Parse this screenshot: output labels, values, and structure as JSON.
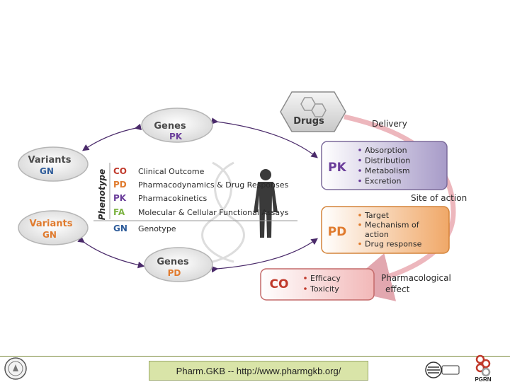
{
  "genes_pk": {
    "title": "Genes",
    "sub": "PK"
  },
  "genes_pd": {
    "title": "Genes",
    "sub": "PD"
  },
  "variants_gn_top": {
    "title": "Variants",
    "sub": "GN"
  },
  "variants_gn_bottom": {
    "title": "Variants",
    "sub": "GN"
  },
  "drugs": {
    "label": "Drugs"
  },
  "phenotype_label": "Phenotype",
  "legend": [
    {
      "abbr": "CO",
      "text": "Clinical Outcome",
      "color": "#c0392b"
    },
    {
      "abbr": "PD",
      "text": "Pharmacodynamics & Drug Responses",
      "color": "#e07b2e"
    },
    {
      "abbr": "PK",
      "text": "Pharmacokinetics",
      "color": "#6a3d9a"
    },
    {
      "abbr": "FA",
      "text": "Molecular & Cellular Functional Assays",
      "color": "#7cb342"
    },
    {
      "abbr": "GN",
      "text": "Genotype",
      "color": "#2e5c9a"
    }
  ],
  "pk_box": {
    "abbr": "PK",
    "items": [
      "Absorption",
      "Distribution",
      "Metabolism",
      "Excretion"
    ]
  },
  "pd_box": {
    "abbr": "PD",
    "items": [
      "Target",
      "Mechanism of",
      "action",
      "Drug response"
    ]
  },
  "co_box": {
    "abbr": "CO",
    "items": [
      "Efficacy",
      "Toxicity"
    ]
  },
  "annotations": {
    "delivery": "Delivery",
    "site_of_action": "Site of action",
    "pharmacological_1": "Pharmacological",
    "pharmacological_2": "effect"
  },
  "footer": {
    "text": "Pharm.GKB -- http://www.pharmgkb.org/",
    "logo_text": "PGRN"
  },
  "colors": {
    "pk": "#6a3d9a",
    "pd": "#e07b2e",
    "co": "#c0392b",
    "gn": "#2e5c9a",
    "box_border": "#7b6a9a",
    "arrow": "#4a2a6a",
    "delivery_arc": "#e8a0a8"
  }
}
